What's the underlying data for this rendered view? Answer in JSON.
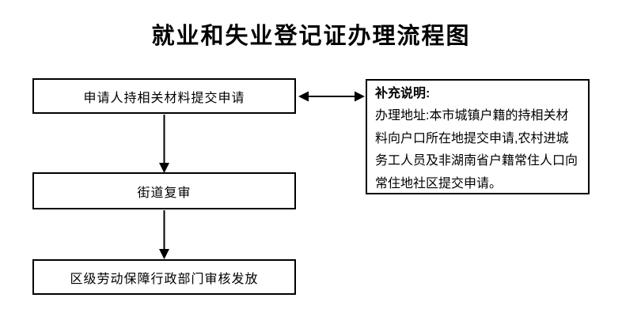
{
  "title": "就业和失业登记证办理流程图",
  "flow": {
    "steps": [
      {
        "label": "申请人持相关材料提交申请"
      },
      {
        "label": "街道复审"
      },
      {
        "label": "区级劳动保障行政部门审核发放"
      }
    ]
  },
  "note": {
    "heading": "补充说明:",
    "body": "办理地址:本市城镇户籍的持相关材料向户口所在地提交申请,农村进城务工人员及非湖南省户籍常住人口向常住地社区提交申请。"
  },
  "colors": {
    "line": "#000000",
    "text": "#000000",
    "background": "#ffffff",
    "box_fill": "#ffffff"
  }
}
